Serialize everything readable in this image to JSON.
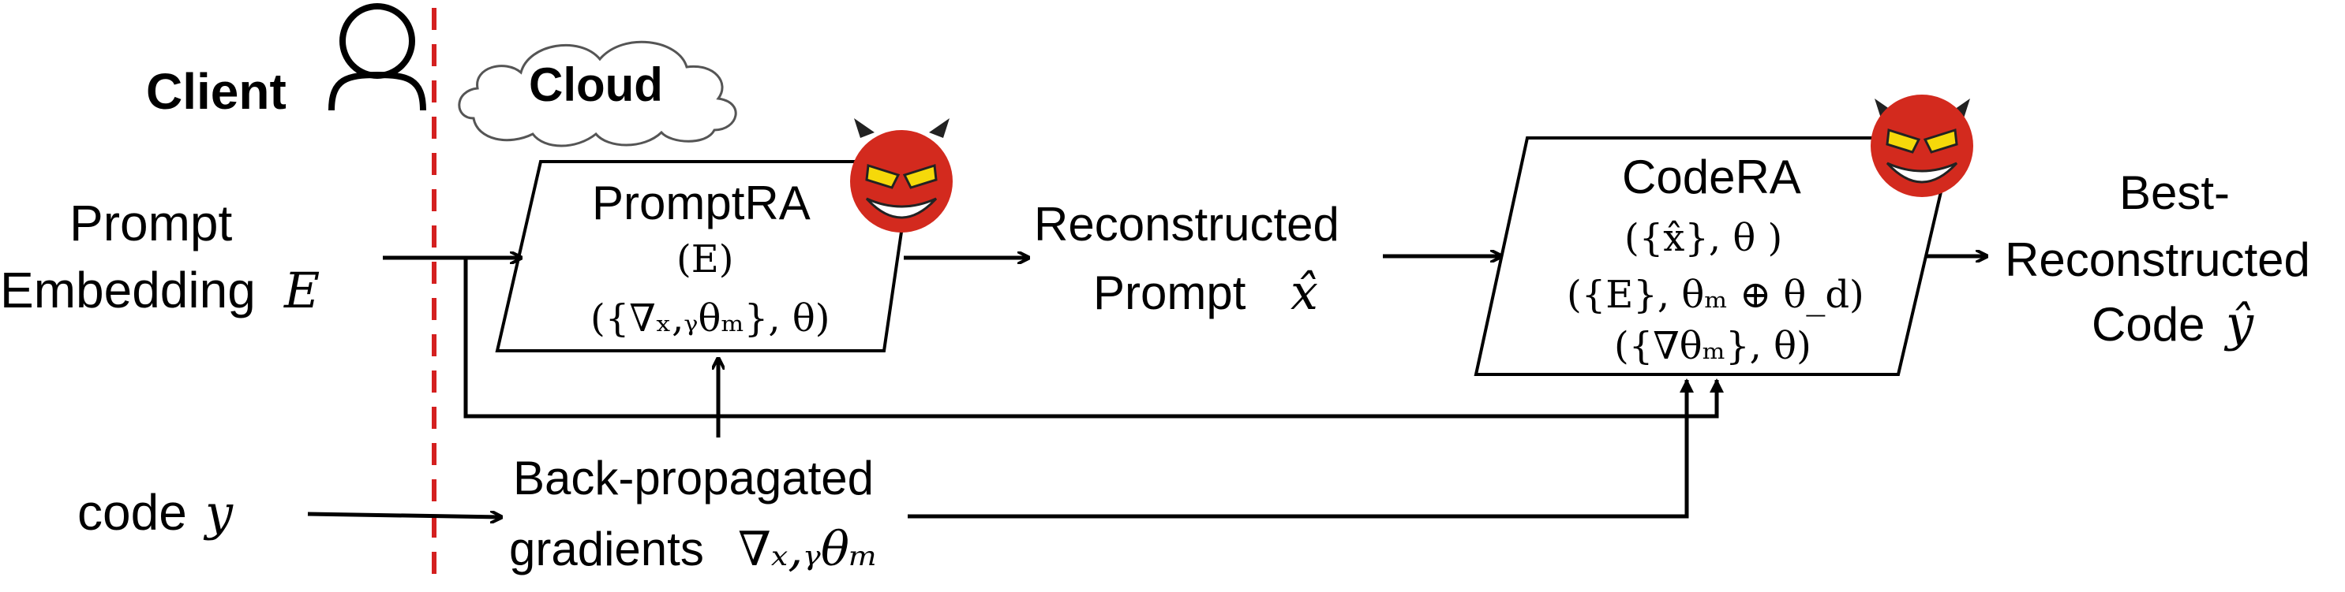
{
  "client": {
    "label": "Client"
  },
  "cloud": {
    "label": "Cloud"
  },
  "prompt_embedding": {
    "line1": "Prompt",
    "line2": "Embedding",
    "symbol": "E"
  },
  "code": {
    "label": "code",
    "symbol": "y"
  },
  "prompt_ra": {
    "title": "PromptRA",
    "line1": "(E)",
    "line2": "({∇ₓ,ᵧθₘ}, θ)"
  },
  "reconstructed_prompt": {
    "line1": "Reconstructed",
    "line2": "Prompt",
    "symbol": "x̂"
  },
  "code_ra": {
    "title": "CodeRA",
    "line1": "({x̂}, θ )",
    "line2": "({E}, θₘ ⊕ θ_d)",
    "line3": "({∇θₘ}, θ)"
  },
  "best_reconstructed": {
    "line1": "Best-",
    "line2": "Reconstructed",
    "line3": "Code",
    "symbol": "ŷ"
  },
  "backprop": {
    "line1": "Back-propagated",
    "line2": "gradients",
    "symbol": "∇ₓ,ᵧθₘ"
  },
  "colors": {
    "divider": "#d42020",
    "devil_face": "#d32a1e",
    "devil_eye": "#f5d90a"
  }
}
